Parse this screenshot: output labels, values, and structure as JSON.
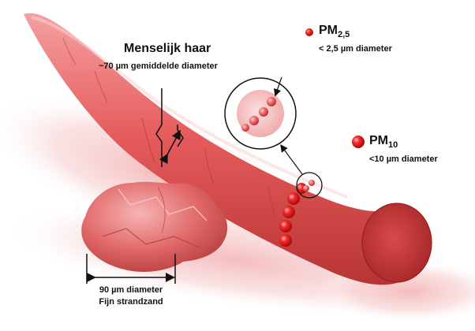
{
  "hair": {
    "title": "Menselijk haar",
    "diameter": "~70 µm gemiddelde diameter"
  },
  "pm25": {
    "label": "PM",
    "subscript": "2,5",
    "diameter": "< 2,5 µm diameter"
  },
  "pm10": {
    "label": "PM",
    "subscript": "10",
    "diameter": "<10 µm diameter"
  },
  "sand": {
    "diameter": "90 µm diameter",
    "caption": "Fijn strandzand"
  },
  "colors": {
    "hair": "#e85a5a",
    "hair_shadow": "#c23a3a",
    "particle": "#e01818",
    "sand": "#e87070"
  }
}
